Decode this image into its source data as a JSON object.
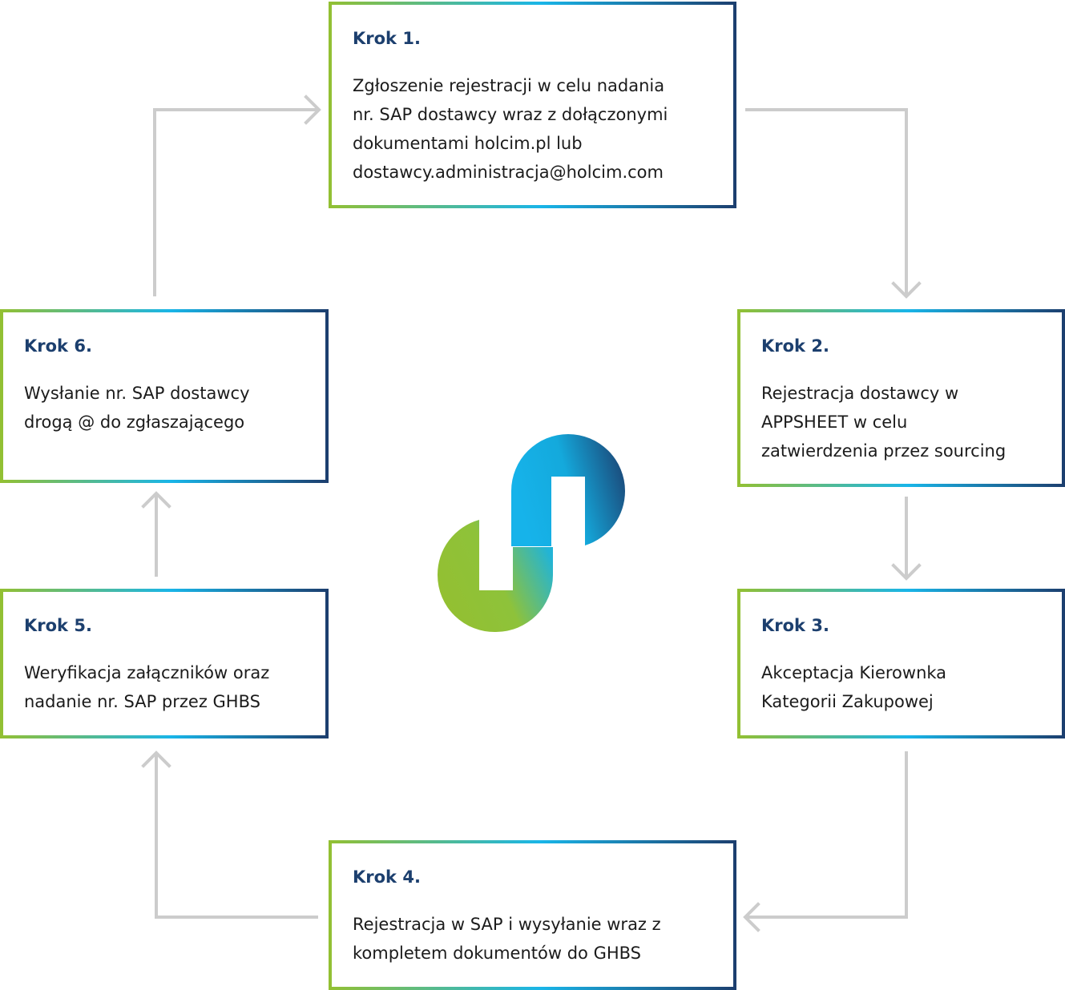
{
  "steps": [
    {
      "title": "Krok 1.",
      "text": "Zgłoszenie rejestracji w celu nadania\nnr. SAP dostawcy wraz z dołączonymi\ndokumentami holcim.pl lub\ndostawcy.administracja@holcim.com"
    },
    {
      "title": "Krok 2.",
      "text": "Rejestracja dostawcy w\nAPPSHEET w celu\nzatwierdzenia przez sourcing"
    },
    {
      "title": "Krok 3.",
      "text": "Akceptacja Kierownka\nKategorii Zakupowej"
    },
    {
      "title": "Krok 4.",
      "text": "Rejestracja w SAP i wysyłanie wraz z\nkompletem dokumentów do GHBS"
    },
    {
      "title": "Krok 5.",
      "text": "Weryfikacja załączników oraz\nnadanie nr. SAP przez GHBS"
    },
    {
      "title": "Krok 6.",
      "text": "Wysłanie nr. SAP dostawcy\ndrogą @ do zgłaszającego"
    }
  ],
  "colors": {
    "title": "#1c3f6e",
    "text": "#1b1b1b",
    "connector": "#cccccc",
    "gradient_start": "#93c032",
    "gradient_mid": "#19b5e8",
    "gradient_end": "#1c3e6e"
  },
  "logo": {
    "icon": "holcim-logo-icon"
  }
}
